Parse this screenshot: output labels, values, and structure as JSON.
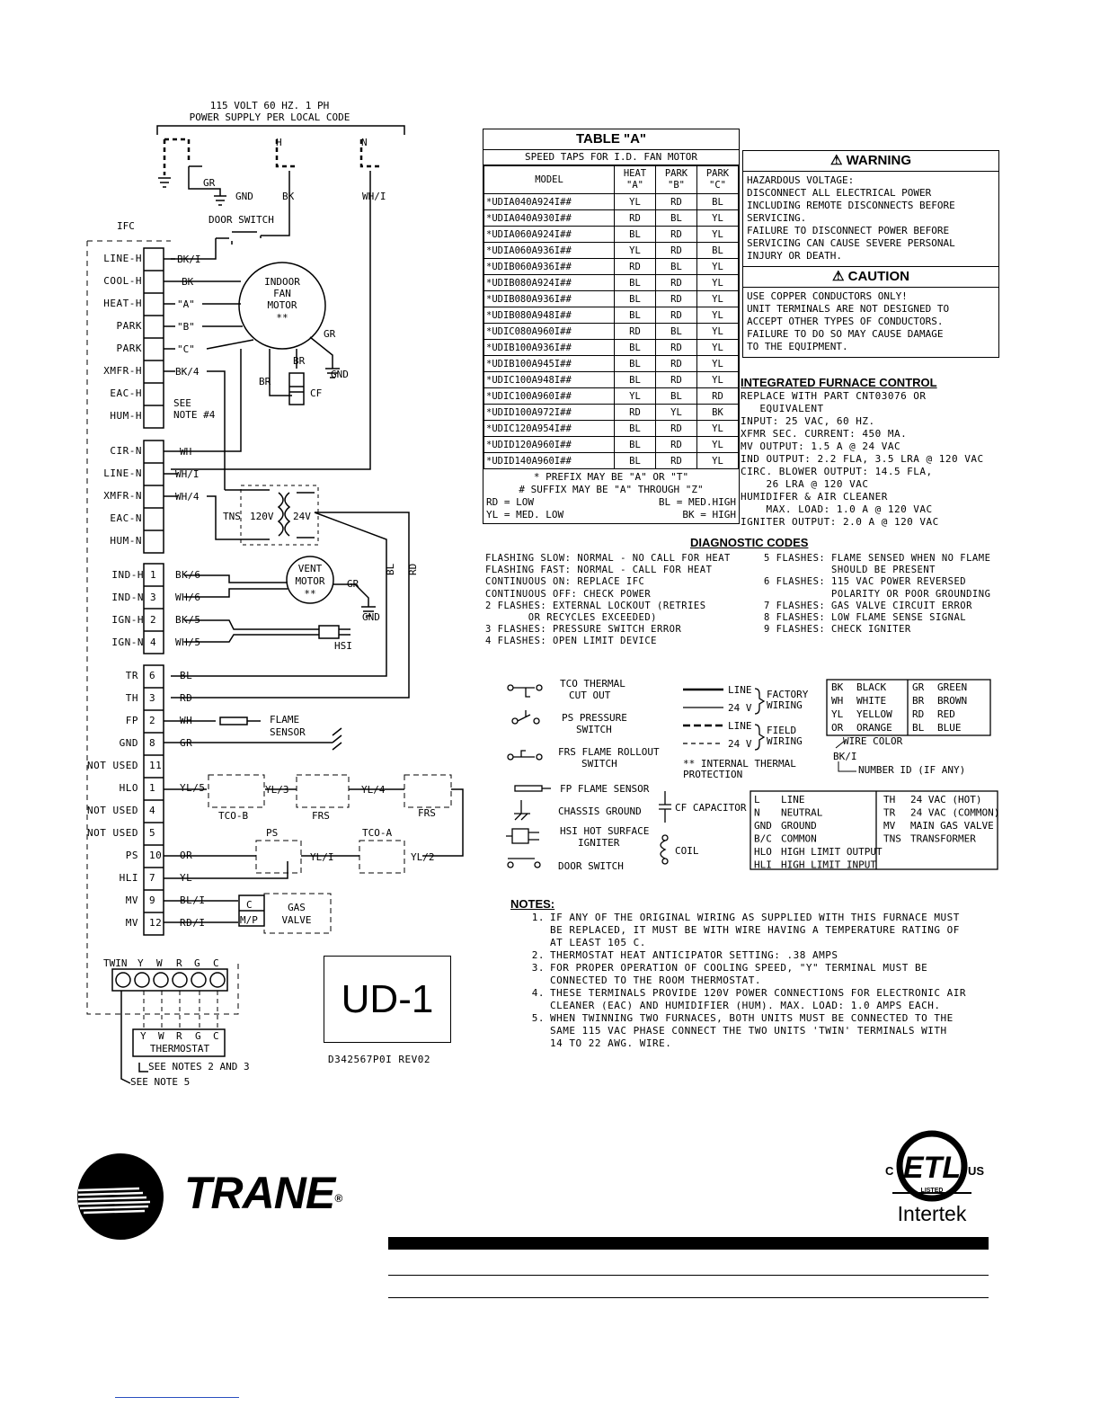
{
  "power_supply": {
    "line1": "115 VOLT 60 HZ. 1 PH",
    "line2": "POWER SUPPLY PER LOCAL CODE",
    "h": "H",
    "n": "N",
    "gr": "GR",
    "gnd": "GND",
    "bk": "BK",
    "whi": "WH/I"
  },
  "door_switch_label": "DOOR SWITCH",
  "ifc_label": "IFC",
  "ifc_terminals": [
    "LINE-H",
    "COOL-H",
    "HEAT-H",
    "PARK",
    "PARK",
    "XMFR-H",
    "EAC-H",
    "HUM-H"
  ],
  "ifc_terminals2": [
    "CIR-N",
    "LINE-N",
    "XMFR-N",
    "EAC-N",
    "HUM-N"
  ],
  "ifc_wires1": [
    "BK/I",
    "BK",
    "\"A\"",
    "\"B\"",
    "\"C\"",
    "BK/4"
  ],
  "ifc_wires2": [
    "WH",
    "WH/I",
    "WH/4"
  ],
  "see_note4": [
    "SEE",
    "NOTE #4"
  ],
  "motor": {
    "l1": "INDOOR",
    "l2": "FAN",
    "l3": "MOTOR",
    "l4": "**",
    "gr": "GR",
    "gnd": "GND",
    "br1": "BR",
    "br2": "BR",
    "cf": "CF"
  },
  "transformer": {
    "tns": "TNS",
    "v120": "120V",
    "v24": "24V",
    "bl": "BL",
    "rd": "RD"
  },
  "plug_rows": [
    {
      "label": "IND-H",
      "pin": "1",
      "wire": "BK/6"
    },
    {
      "label": "IND-N",
      "pin": "3",
      "wire": "WH/6"
    },
    {
      "label": "IGN-H",
      "pin": "2",
      "wire": "BK/5"
    },
    {
      "label": "IGN-N",
      "pin": "4",
      "wire": "WH/5"
    }
  ],
  "vent": {
    "l1": "VENT",
    "l2": "MOTOR",
    "l3": "**",
    "gr": "GR",
    "gnd": "GND",
    "hsi": "HSI"
  },
  "plug2_rows": [
    {
      "label": "TR",
      "pin": "6",
      "wire": "BL"
    },
    {
      "label": "TH",
      "pin": "3",
      "wire": "RD"
    },
    {
      "label": "FP",
      "pin": "2",
      "wire": "WH"
    },
    {
      "label": "GND",
      "pin": "8",
      "wire": "GR"
    },
    {
      "label": "NOT USED",
      "pin": "11",
      "wire": ""
    },
    {
      "label": "HLO",
      "pin": "1",
      "wire": "YL/5"
    },
    {
      "label": "NOT USED",
      "pin": "4",
      "wire": ""
    },
    {
      "label": "NOT USED",
      "pin": "5",
      "wire": ""
    },
    {
      "label": "PS",
      "pin": "10",
      "wire": "OR"
    },
    {
      "label": "HLI",
      "pin": "7",
      "wire": "YL"
    },
    {
      "label": "MV",
      "pin": "9",
      "wire": "BL/I"
    },
    {
      "label": "MV",
      "pin": "12",
      "wire": "RD/I"
    }
  ],
  "safety": {
    "flame1": "FLAME",
    "flame2": "SENSOR",
    "yl3": "YL/3",
    "yl4": "YL/4",
    "tcob": "TCO-B",
    "frs1": "FRS",
    "frs2": "FRS",
    "ps": "PS",
    "tcoa": "TCO-A",
    "yl1": "YL/I",
    "yl2": "YL/2",
    "c": "C",
    "mp": "M/P",
    "gas1": "GAS",
    "gas2": "VALVE"
  },
  "thermostat": {
    "top_labels": [
      "TWIN",
      "Y",
      "W",
      "R",
      "G",
      "C"
    ],
    "bottom_labels": [
      "Y",
      "W",
      "R",
      "G",
      "C"
    ],
    "name": "THERMOSTAT",
    "note23": "SEE NOTES 2 AND 3",
    "note5": "SEE NOTE 5"
  },
  "ud1": "UD-1",
  "doc_id": "D342567P0I REV02",
  "table_a": {
    "title": "TABLE \"A\"",
    "subtitle": "SPEED TAPS FOR I.D. FAN MOTOR",
    "headers": [
      "MODEL",
      "HEAT\n\"A\"",
      "PARK\n\"B\"",
      "PARK\n\"C\""
    ],
    "rows": [
      [
        "*UDIA040A924I##",
        "YL",
        "RD",
        "BL"
      ],
      [
        "*UDIA040A930I##",
        "RD",
        "BL",
        "YL"
      ],
      [
        "*UDIA060A924I##",
        "BL",
        "RD",
        "YL"
      ],
      [
        "*UDIA060A936I##",
        "YL",
        "RD",
        "BL"
      ],
      [
        "*UDIB060A936I##",
        "RD",
        "BL",
        "YL"
      ],
      [
        "*UDIB080A924I##",
        "BL",
        "RD",
        "YL"
      ],
      [
        "*UDIB080A936I##",
        "BL",
        "RD",
        "YL"
      ],
      [
        "*UDIB080A948I##",
        "BL",
        "RD",
        "YL"
      ],
      [
        "*UDIC080A960I##",
        "RD",
        "BL",
        "YL"
      ],
      [
        "*UDIB100A936I##",
        "BL",
        "RD",
        "YL"
      ],
      [
        "*UDIB100A945I##",
        "BL",
        "RD",
        "YL"
      ],
      [
        "*UDIC100A948I##",
        "BL",
        "RD",
        "YL"
      ],
      [
        "*UDIC100A960I##",
        "YL",
        "BL",
        "RD"
      ],
      [
        "*UDID100A972I##",
        "RD",
        "YL",
        "BK"
      ],
      [
        "*UDIC120A954I##",
        "BL",
        "RD",
        "YL"
      ],
      [
        "*UDID120A960I##",
        "BL",
        "RD",
        "YL"
      ],
      [
        "*UDID140A960I##",
        "BL",
        "RD",
        "YL"
      ]
    ],
    "prefix": "* PREFIX MAY BE \"A\" OR \"T\"",
    "suffix": "# SUFFIX MAY BE \"A\" THROUGH \"Z\"",
    "legend": [
      "RD = LOW",
      "BL = MED.HIGH",
      "YL = MED. LOW",
      "BK = HIGH"
    ]
  },
  "warning": {
    "title": "WARNING",
    "lines": [
      "HAZARDOUS VOLTAGE:",
      "DISCONNECT ALL ELECTRICAL POWER",
      "INCLUDING REMOTE DISCONNECTS BEFORE",
      "SERVICING.",
      "FAILURE TO DISCONNECT POWER BEFORE",
      "SERVICING CAN CAUSE SEVERE PERSONAL",
      "INJURY OR DEATH."
    ]
  },
  "caution": {
    "title": "CAUTION",
    "lines": [
      "USE COPPER CONDUCTORS ONLY!",
      "UNIT TERMINALS ARE NOT DESIGNED TO",
      "ACCEPT OTHER TYPES OF CONDUCTORS.",
      "FAILURE TO DO SO MAY CAUSE DAMAGE",
      "TO THE EQUIPMENT."
    ]
  },
  "ifc_info": {
    "title": "INTEGRATED FURNACE CONTROL",
    "lines": [
      "REPLACE WITH PART CNT03076 OR",
      "   EQUIVALENT",
      "INPUT: 25 VAC, 60 HZ.",
      "XFMR SEC. CURRENT: 450 MA.",
      "MV OUTPUT: 1.5 A @ 24 VAC",
      "IND OUTPUT: 2.2 FLA, 3.5 LRA @ 120 VAC",
      "CIRC. BLOWER OUTPUT: 14.5 FLA,",
      "    26 LRA @ 120 VAC",
      "HUMIDIFER & AIR CLEANER",
      "    MAX. LOAD: 1.0 A @ 120 VAC",
      "IGNITER OUTPUT: 2.0 A @ 120 VAC"
    ]
  },
  "diagnostic": {
    "title": "DIAGNOSTIC CODES",
    "left": [
      "FLASHING SLOW: NORMAL - NO CALL FOR HEAT",
      "FLASHING FAST: NORMAL - CALL FOR HEAT",
      "CONTINUOUS ON: REPLACE IFC",
      "CONTINUOUS OFF: CHECK POWER",
      "2 FLASHES: EXTERNAL LOCKOUT (RETRIES",
      "       OR RECYCLES EXCEEDED)",
      "3 FLASHES: PRESSURE SWITCH ERROR",
      "4 FLASHES: OPEN LIMIT DEVICE"
    ],
    "right": [
      "5 FLASHES: FLAME SENSED WHEN NO FLAME",
      "           SHOULD BE PRESENT",
      "6 FLASHES: 115 VAC POWER REVERSED",
      "           POLARITY OR POOR GROUNDING",
      "7 FLASHES: GAS VALVE CIRCUIT ERROR",
      "8 FLASHES: LOW FLAME SENSE SIGNAL",
      "9 FLASHES: CHECK IGNITER"
    ]
  },
  "symbols": {
    "tco": [
      "TCO THERMAL",
      "CUT OUT"
    ],
    "ps": [
      "PS PRESSURE",
      "SWITCH"
    ],
    "frs": [
      "FRS FLAME ROLLOUT",
      "SWITCH"
    ],
    "fp": "FP FLAME SENSOR",
    "chassis": "CHASSIS GROUND",
    "hsi": [
      "HSI HOT SURFACE",
      "IGNITER"
    ],
    "door": "DOOR SWITCH",
    "line": "LINE",
    "v24": "24 V",
    "factory": [
      "FACTORY",
      "WIRING"
    ],
    "field": [
      "FIELD",
      "WIRING"
    ],
    "internal": [
      "** INTERNAL THERMAL",
      "PROTECTION"
    ],
    "cf": "CF CAPACITOR",
    "coil": "COIL"
  },
  "colors": [
    [
      "BK",
      "BLACK"
    ],
    [
      "WH",
      "WHITE"
    ],
    [
      "YL",
      "YELLOW"
    ],
    [
      "OR",
      "ORANGE"
    ],
    [
      "GR",
      "GREEN"
    ],
    [
      "BR",
      "BROWN"
    ],
    [
      "RD",
      "RED"
    ],
    [
      "BL",
      "BLUE"
    ]
  ],
  "wire_color_note": "WIRE COLOR",
  "wire_example": "BK/I",
  "number_id_note": "NUMBER ID (IF ANY)",
  "abbrev": [
    [
      "L",
      "LINE"
    ],
    [
      "N",
      "NEUTRAL"
    ],
    [
      "GND",
      "GROUND"
    ],
    [
      "B/C",
      "COMMON"
    ],
    [
      "HLO",
      "HIGH LIMIT OUTPUT"
    ],
    [
      "HLI",
      "HIGH LIMIT INPUT"
    ]
  ],
  "abbrev2": [
    [
      "TH",
      "24 VAC (HOT)"
    ],
    [
      "TR",
      "24 VAC (COMMON)"
    ],
    [
      "MV",
      "MAIN GAS VALVE"
    ],
    [
      "TNS",
      "TRANSFORMER"
    ]
  ],
  "notes": {
    "title": "NOTES:",
    "items": [
      [
        "1.",
        "IF ANY OF THE ORIGINAL WIRING AS SUPPLIED WITH THIS FURNACE MUST",
        "BE REPLACED, IT MUST BE WITH WIRE HAVING A TEMPERATURE RATING OF",
        "AT LEAST 105 C."
      ],
      [
        "2.",
        "THERMOSTAT HEAT ANTICIPATOR SETTING: .38 AMPS"
      ],
      [
        "3.",
        "FOR PROPER OPERATION OF COOLING SPEED, \"Y\" TERMINAL MUST BE",
        "CONNECTED TO THE ROOM THERMOSTAT."
      ],
      [
        "4.",
        "THESE TERMINALS PROVIDE 120V POWER CONNECTIONS FOR ELECTRONIC AIR",
        "CLEANER (EAC) AND HUMIDIFIER (HUM). MAX. LOAD: 1.0 AMPS EACH."
      ],
      [
        "5.",
        "WHEN TWINNING TWO FURNACES, BOTH UNITS MUST BE CONNECTED TO THE",
        "SAME 115 VAC PHASE CONNECT THE TWO UNITS 'TWIN' TERMINALS WITH",
        "14 TO 22 AWG. WIRE."
      ]
    ]
  },
  "brand": "TRANE",
  "reg": "®",
  "cert": {
    "c": "C",
    "us": "US",
    "etl": "ETL",
    "listed": "LISTED",
    "intertek": "Intertek"
  }
}
